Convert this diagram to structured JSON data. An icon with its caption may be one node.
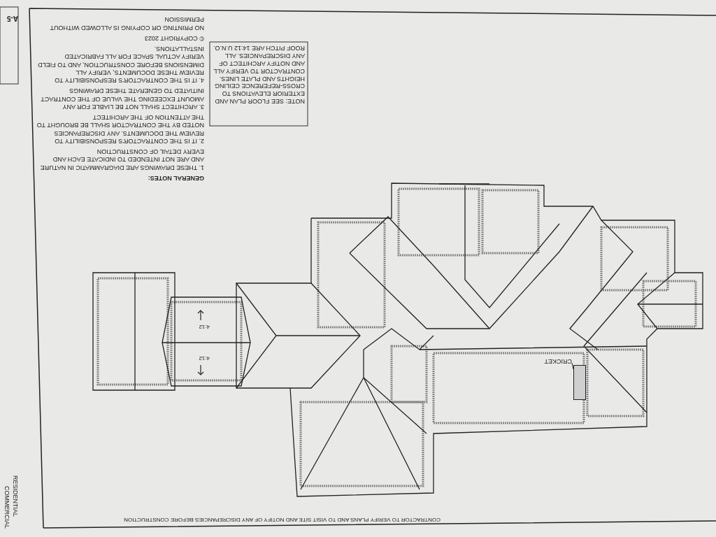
{
  "diagram": {
    "nodes": [
      {
        "text": [
          "CRICKET"
        ]
      },
      {
        "text": [],
        "shape": "box"
      }
    ],
    "edges": [
      {
        "from": 0,
        "to": 1,
        "arrow": "none"
      }
    ],
    "labels": [
      "© COPYRIGHT 2023",
      "NO PRINTING OR COPYING IS ALLOWED WITHOUT PERMISSION",
      "GENERAL NOTES:",
      "1. THESE DRAWINGS ARE DIAGRAMMATIC IN NATURE AND ARE NOT INTENDED TO INDICATE EACH AND EVERY DETAIL OF CONSTRUCTION",
      "2. IT IS THE CONTRACTOR'S RESPONSIBILITY TO REVIEW THE DOCUMENTS. ANY DISCREPANCIES NOTED BY THE CONTRACTOR SHALL BE BROUGHT TO THE ATTENTION OF THE ARCHITECT",
      "3. ARCHITECT SHALL NOT BE LIABLE FOR ANY AMOUNT EXCEEDING THE VALUE OF THE CONTRACT INITIATED TO GENERATE THESE DRAWINGS",
      "4. IT IS THE CONTRACTOR'S RESPONSIBILITY TO REVIEW THESE DOCUMENTS, VERIFY ALL DIMENSIONS BEFORE CONSTRUCTION, AND TO FIELD VERIFY ACTUAL SPACE FOR ALL FABRICATED INSTALLATIONS.",
      "NOTE: SEE FLOOR PLAN AND EXTERIOR ELEVATIONS TO CROSS-REFERENCE CEILING HEIGHTS AND PLATE LINES. CONTRACTOR TO VERIFY ALL AND NOTIFY ARCHITECT OF ANY DISCREPANCIES. ALL ROOF PITCH ARE 14:12 U.N.O.",
      "4:12",
      "4:12",
      "A-5",
      "COMMERCIAL",
      "RESIDENTIAL",
      "CONTRACTOR TO VERIFY PLANS AND TO VISIT SITE AND NOTIFY OF ANY DISCREPANCIES BEFORE CONSTRUCTION"
    ]
  }
}
